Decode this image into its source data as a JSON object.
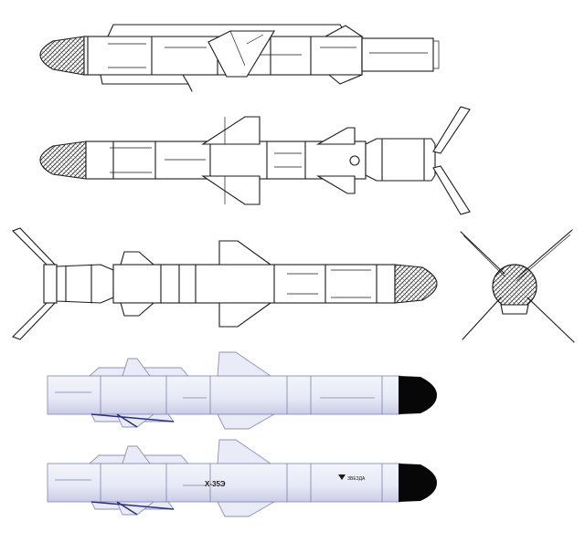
{
  "figure": {
    "views": [
      {
        "id": "view-1",
        "kind": "side-elevation"
      },
      {
        "id": "view-2",
        "kind": "top-plan"
      },
      {
        "id": "view-3",
        "kind": "bottom-plan"
      },
      {
        "id": "view-4",
        "kind": "front-view"
      },
      {
        "id": "view-5",
        "kind": "color-side-profile"
      },
      {
        "id": "view-6",
        "kind": "color-side-profile-marked"
      }
    ],
    "markings": {
      "designation": "X-35Э",
      "logo_text": "ЗВЕЗДА"
    },
    "colors": {
      "line": "#1a1a1a",
      "paint_light": "#e9ebf7",
      "paint_shadow": "#2a2f7a",
      "nose_cone": "#070707"
    }
  }
}
